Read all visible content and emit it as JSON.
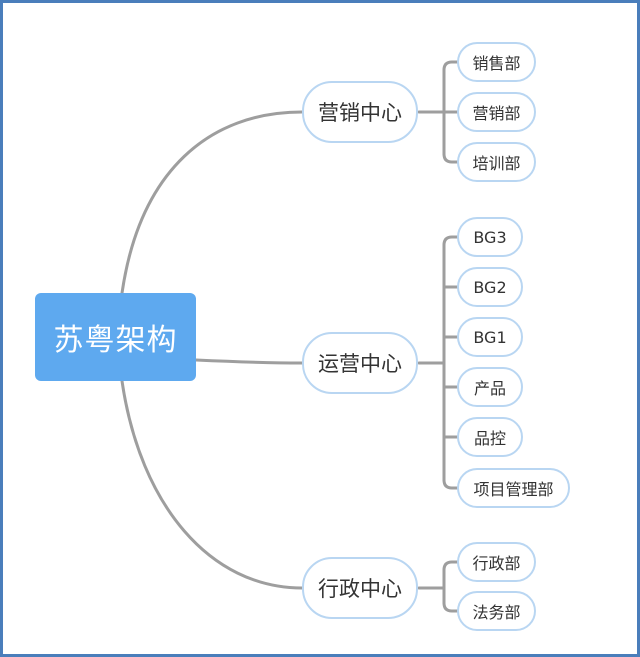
{
  "root": {
    "label": "苏粤架构"
  },
  "centers": [
    {
      "label": "营销中心",
      "departments": [
        "销售部",
        "营销部",
        "培训部"
      ]
    },
    {
      "label": "运营中心",
      "departments": [
        "BG3",
        "BG2",
        "BG1",
        "产品",
        "品控",
        "项目管理部"
      ]
    },
    {
      "label": "行政中心",
      "departments": [
        "行政部",
        "法务部"
      ]
    }
  ],
  "colors": {
    "frame": "#4a7ebb",
    "root_fill": "#5ea9ef",
    "node_border": "#b9d6f2",
    "connector": "#9e9e9e"
  }
}
